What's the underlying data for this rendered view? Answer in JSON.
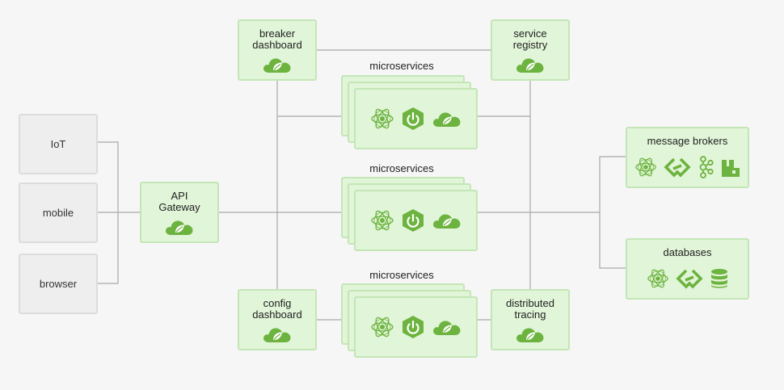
{
  "clients": {
    "iot": "IoT",
    "mobile": "mobile",
    "browser": "browser"
  },
  "gateway": {
    "label_1": "API",
    "label_2": "Gateway"
  },
  "breaker": {
    "label_1": "breaker",
    "label_2": "dashboard"
  },
  "registry": {
    "label_1": "service",
    "label_2": "registry"
  },
  "config": {
    "label_1": "config",
    "label_2": "dashboard"
  },
  "tracing": {
    "label_1": "distributed",
    "label_2": "tracing"
  },
  "microservices": {
    "top": "microservices",
    "mid": "microservices",
    "bottom": "microservices"
  },
  "brokers": {
    "label": "message brokers"
  },
  "databases": {
    "label": "databases"
  },
  "colors": {
    "green": "#6db33f",
    "box_fill": "#e1f5d8",
    "box_border": "#c4e6b6",
    "client_fill": "#eeeeee",
    "line": "#a8a8a8"
  },
  "icons": [
    "spring-cloud-icon",
    "reactor-icon",
    "spring-boot-icon",
    "spring-integration-icon",
    "kafka-icon",
    "rabbitmq-icon",
    "database-icon"
  ]
}
